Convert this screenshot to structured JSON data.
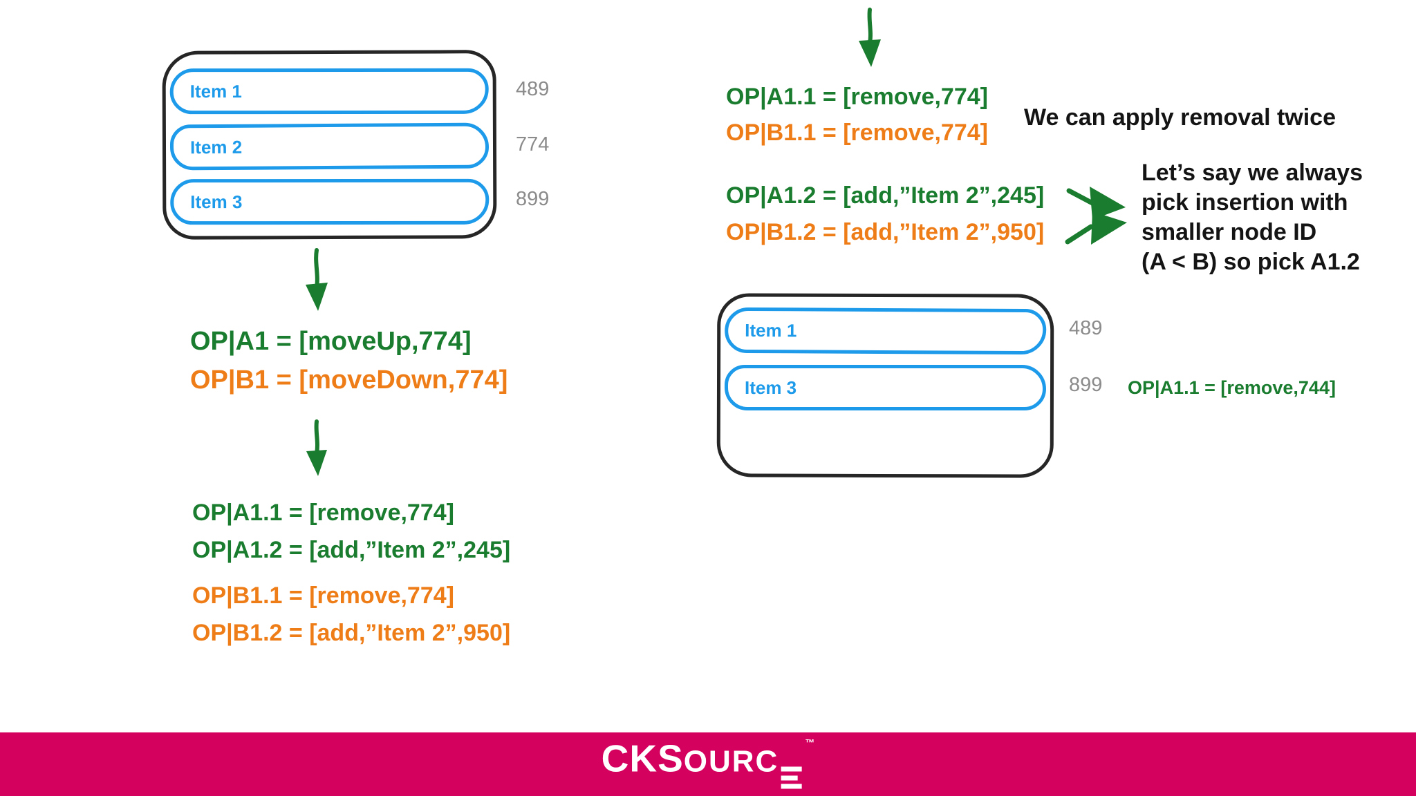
{
  "colors": {
    "accent_green": "#1a7c2e",
    "accent_orange": "#ee7d18",
    "item_blue": "#1d9bea",
    "node_id_gray": "#8b8b8b",
    "text_black": "#141414",
    "banner_pink": "#d5015f",
    "sketch_border": "#262626"
  },
  "left_panel": {
    "initial_list": {
      "items": [
        {
          "label": "Item 1",
          "node_id": "489"
        },
        {
          "label": "Item 2",
          "node_id": "774"
        },
        {
          "label": "Item 3",
          "node_id": "899"
        }
      ]
    },
    "step1_ops": {
      "op_a": "OP|A1 = [moveUp,774]",
      "op_b": "OP|B1 = [moveDown,774]"
    },
    "step2_ops": {
      "op_a1": "OP|A1.1 = [remove,774]",
      "op_a2": "OP|A1.2 = [add,”Item 2”,245]",
      "op_b1": "OP|B1.1 = [remove,774]",
      "op_b2": "OP|B1.2 = [add,”Item 2”,950]"
    }
  },
  "right_panel": {
    "removal_ops": {
      "op_a": "OP|A1.1 = [remove,774]",
      "op_b": "OP|B1.1 = [remove,774]"
    },
    "removal_note": "We can apply removal twice",
    "insertion_ops": {
      "op_a": "OP|A1.2 = [add,”Item 2”,245]",
      "op_b": "OP|B1.2 = [add,”Item 2”,950]"
    },
    "insertion_note_lines": [
      "Let’s say we always",
      "pick insertion with",
      "smaller node ID",
      "(A < B) so pick A1.2"
    ],
    "result_list": {
      "items": [
        {
          "label": "Item 1",
          "node_id": "489"
        },
        {
          "label": "Item 3",
          "node_id": "899"
        }
      ]
    },
    "result_op": "OP|A1.1 = [remove,744]"
  },
  "footer": {
    "brand_text_main": "CKS",
    "brand_text_secondary": "OURC",
    "trademark": "™"
  }
}
